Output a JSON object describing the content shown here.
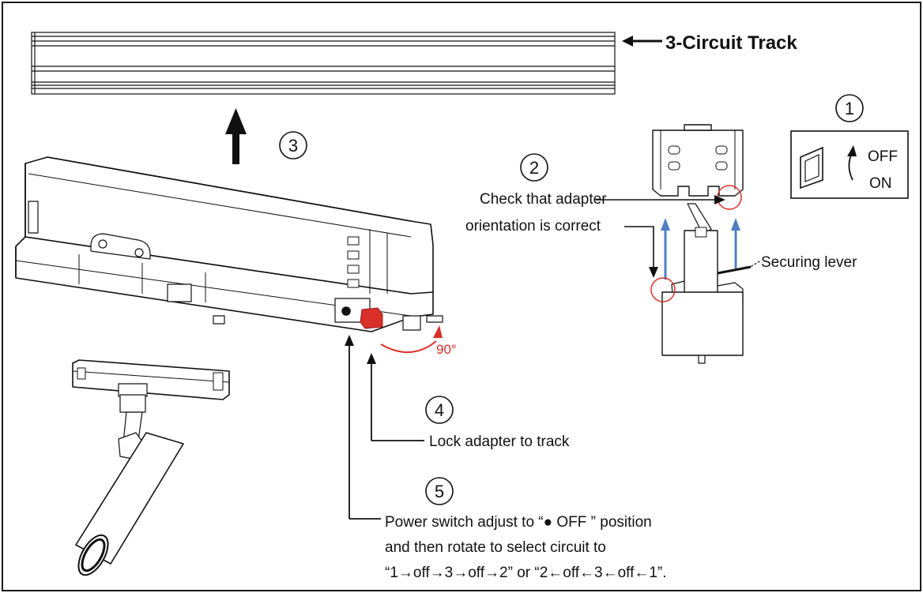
{
  "title": "3-Circuit Track",
  "steps": {
    "s1": "1",
    "s2": "2",
    "s3": "3",
    "s4": "4",
    "s5": "5"
  },
  "switch": {
    "off": "OFF",
    "on": "ON"
  },
  "labels": {
    "check_line1": "Check that adapter",
    "check_line2": "orientation is correct",
    "securing_lever": "Securing lever",
    "lock": "Lock adapter to track",
    "angle": "90°",
    "power_line1": "Power switch adjust to “● OFF ” position",
    "power_line2": "and then rotate to select  circuit to",
    "power_line3": "“1→off→3→off→2” or “2←off←3←off←1”."
  },
  "colors": {
    "line": "#111111",
    "red": "#d9302a",
    "blue": "#4f7fc0",
    "frame": "#1a1a1a"
  }
}
